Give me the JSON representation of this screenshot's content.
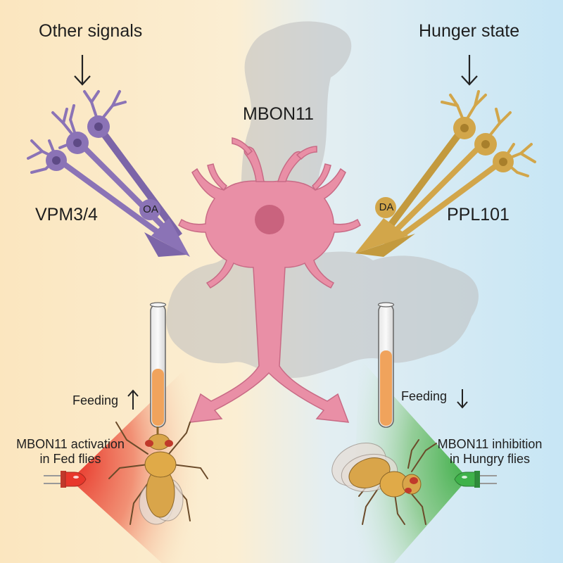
{
  "labels": {
    "other_signals": "Other signals",
    "hunger_state": "Hunger state",
    "mbon11": "MBON11",
    "vpm": "VPM3/4",
    "ppl": "PPL101",
    "oa": "OA",
    "da": "DA",
    "feeding": "Feeding",
    "activation_line1": "MBON11 activation",
    "activation_line2": "in Fed flies",
    "inhibition_line1": "MBON11 inhibition",
    "inhibition_line2": "in Hungry flies"
  },
  "symbols": {
    "down_arrow": "↓",
    "up_arrow": "↑"
  },
  "colors": {
    "left_bg": "#fbe9c6",
    "right_bg": "#cfe8f4",
    "octopamine_neuron": "#8b73b6",
    "dopamine_neuron": "#d2a64a",
    "mbon_neuron": "#e98fa6",
    "brain_silhouette": "#c9c9c9",
    "activation_light": "#e8372b",
    "inhibition_light": "#3fb24a",
    "food": "#f0a35c"
  },
  "icons": [
    "octopamine-neuron-icon",
    "dopamine-neuron-icon",
    "mbon11-neuron-icon",
    "fly-icon",
    "test-tube-icon",
    "red-led-icon",
    "green-led-icon",
    "brain-silhouette"
  ]
}
